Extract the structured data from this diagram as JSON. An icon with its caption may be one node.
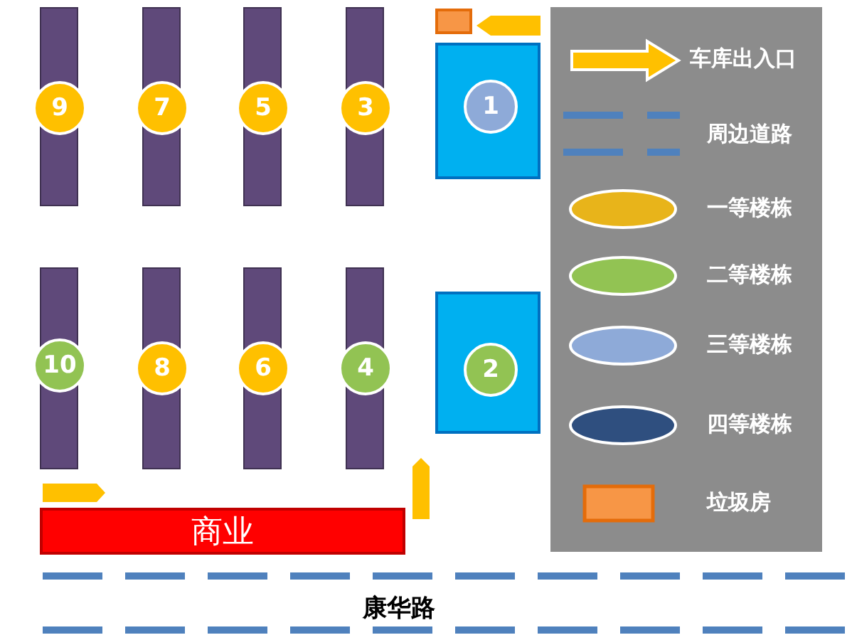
{
  "diagram": {
    "nodes": [
      {
        "text": [],
        "shape": "bar"
      },
      {
        "text": [
          "9"
        ],
        "in": 0
      },
      {
        "text": [],
        "shape": "bar"
      },
      {
        "text": [
          "7"
        ],
        "in": 2
      },
      {
        "text": [],
        "shape": "bar"
      },
      {
        "text": [
          "5"
        ],
        "in": 4
      },
      {
        "text": [],
        "shape": "bar"
      },
      {
        "text": [
          "3"
        ],
        "in": 6
      },
      {
        "text": [],
        "shape": "box"
      },
      {
        "text": [
          "1"
        ],
        "in": 8
      },
      {
        "text": [],
        "shape": "bar"
      },
      {
        "text": [
          "10"
        ],
        "in": 10
      },
      {
        "text": [],
        "shape": "bar"
      },
      {
        "text": [
          "8"
        ],
        "in": 12
      },
      {
        "text": [],
        "shape": "bar"
      },
      {
        "text": [
          "6"
        ],
        "in": 14
      },
      {
        "text": [],
        "shape": "bar"
      },
      {
        "text": [
          "4"
        ],
        "in": 16
      },
      {
        "text": [],
        "shape": "box"
      },
      {
        "text": [
          "2"
        ],
        "in": 18
      },
      {
        "text": [
          "商业"
        ]
      }
    ],
    "labels": [
      "康华路"
    ],
    "legend": [
      {
        "text": "车库出入口"
      },
      {
        "text": "周边道路"
      },
      {
        "text": "一等楼栋",
        "color": "#e8b41a"
      },
      {
        "text": "二等楼栋",
        "color": "#92c353"
      },
      {
        "text": "三等楼栋",
        "color": "#8eaad8"
      },
      {
        "text": "四等楼栋",
        "color": "#2f4f7f"
      },
      {
        "text": "垃圾房",
        "color": "#f79646"
      }
    ]
  }
}
